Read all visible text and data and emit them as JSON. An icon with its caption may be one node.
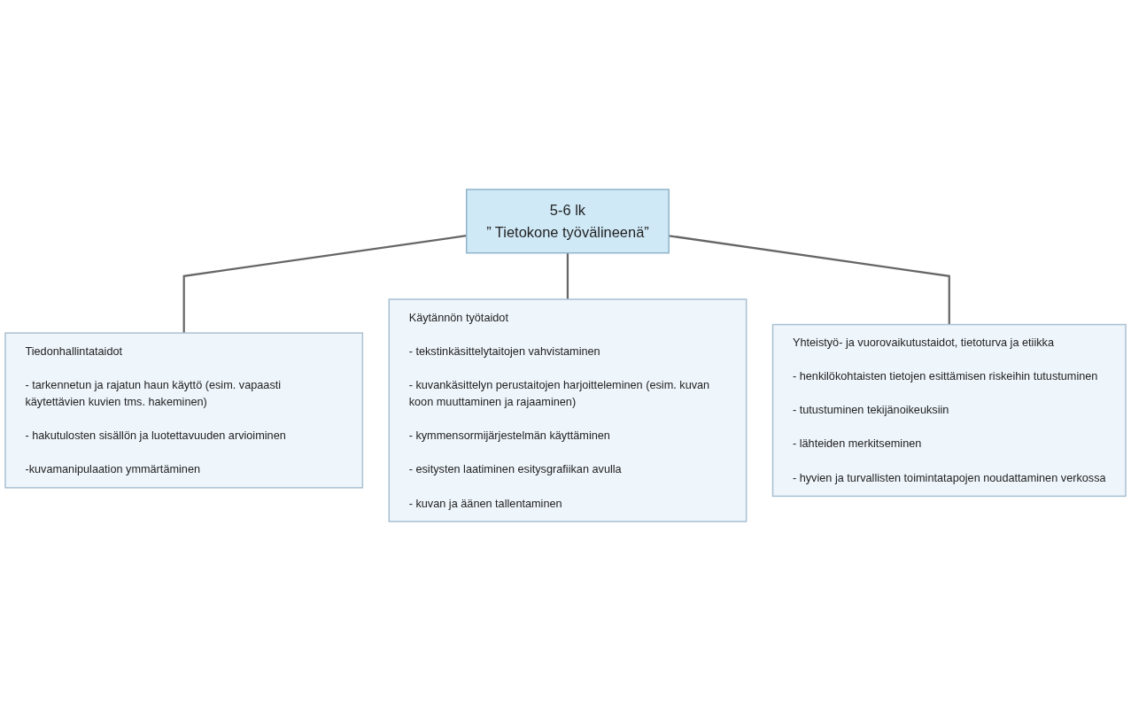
{
  "diagram": {
    "nodes": [
      {
        "text": [
          "5-6 lk",
          "” Tietokone työvälineenä”"
        ]
      },
      {
        "text": [
          "Tiedonhallintataidot",
          "- tarkennetun ja rajatun haun käyttö (esim. vapaasti käytettävien kuvien tms. hakeminen)",
          "- hakutulosten sisällön ja luotettavuuden arvioiminen",
          "-kuvamanipulaation ymmärtäminen"
        ]
      },
      {
        "text": [
          "Käytännön työtaidot",
          "- tekstinkäsittelytaitojen vahvistaminen",
          "- kuvankäsittelyn perustaitojen harjoitteleminen (esim. kuvan koon muuttaminen ja rajaaminen)",
          "- kymmensormijärjestelmän käyttäminen",
          "- esitysten laatiminen esitysgrafiikan avulla",
          "- kuvan ja äänen tallentaminen"
        ]
      },
      {
        "text": [
          "Yhteistyö- ja vuorovaikutustaidot, tietoturva ja etiikka",
          "- henkilökohtaisten tietojen esittämisen riskeihin tutustuminen",
          "- tutustuminen tekijänoikeuksiin",
          "- lähteiden merkitseminen",
          "- hyvien ja turvallisten toimintatapojen noudattaminen verkossa"
        ]
      }
    ],
    "edges": [
      {
        "from": 0,
        "to": 1,
        "arrow": "none"
      },
      {
        "from": 0,
        "to": 2,
        "arrow": "none"
      },
      {
        "from": 0,
        "to": 3,
        "arrow": "none"
      }
    ]
  }
}
